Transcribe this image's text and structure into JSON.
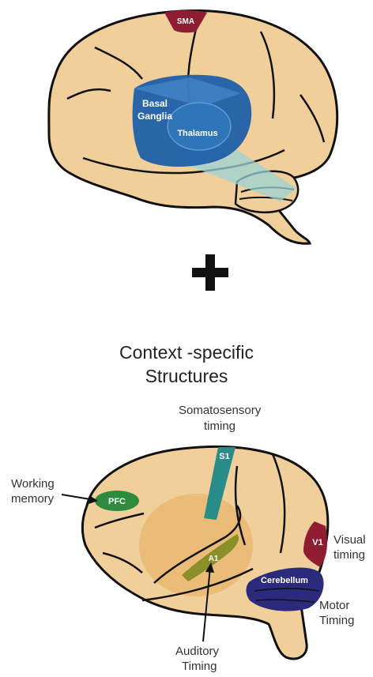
{
  "top_brain": {
    "labels": {
      "sma": "SMA",
      "basal_ganglia_line1": "Basal",
      "basal_ganglia_line2": "Ganglia",
      "thalamus": "Thalamus"
    }
  },
  "plus_symbol": "+",
  "heading": {
    "line1": "Context -specific",
    "line2": "Structures"
  },
  "bottom_brain": {
    "region_labels": {
      "s1": "S1",
      "pfc": "PFC",
      "a1": "A1",
      "v1": "V1",
      "cerebellum": "Cerebellum"
    },
    "annotations": {
      "somatosensory_line1": "Somatosensory",
      "somatosensory_line2": "timing",
      "working_line1": "Working",
      "working_line2": "memory",
      "visual_line1": "Visual",
      "visual_line2": "timing",
      "motor_line1": "Motor",
      "motor_line2": "Timing",
      "auditory_line1": "Auditory",
      "auditory_line2": "Timing"
    }
  },
  "colors": {
    "brain_fill": "#f1cf9b",
    "outline": "#111111",
    "sma": "#8e1d32",
    "basal_ganglia": "#1f5fa8",
    "thalamus": "#2f76b8",
    "projection": "#9bd3d6",
    "s1": "#2a8c88",
    "pfc": "#2e8b3e",
    "a1": "#8a8f2a",
    "auditory_region": "#e9b974",
    "v1": "#8e1d32",
    "cerebellum": "#2b2a7d"
  }
}
